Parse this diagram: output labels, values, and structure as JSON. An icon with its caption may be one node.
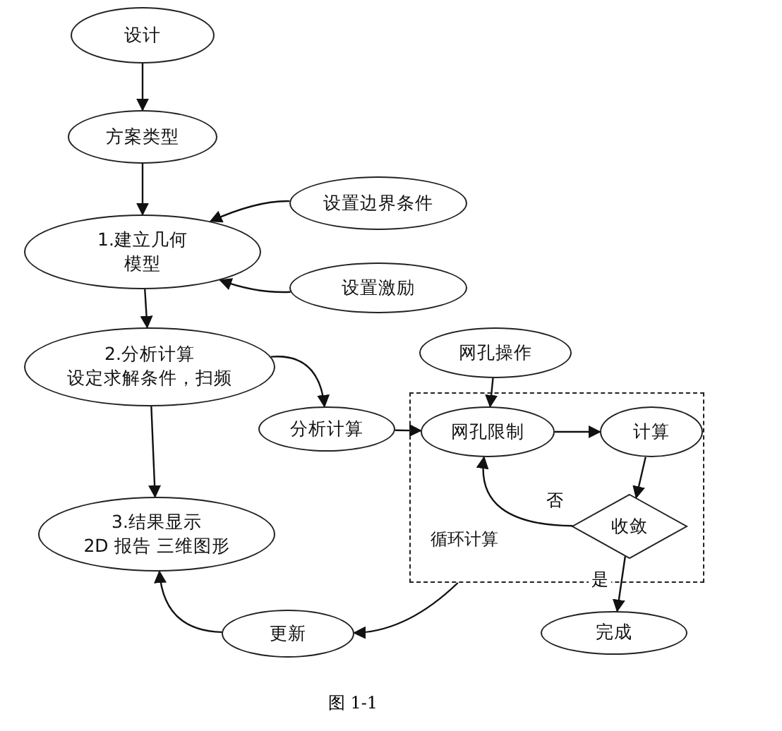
{
  "diagram": {
    "caption": "图 1-1",
    "nodes": [
      {
        "text": [
          "设计"
        ]
      },
      {
        "text": [
          "方案类型"
        ]
      },
      {
        "text": [
          "1.建立几何模型"
        ]
      },
      {
        "text": [
          "设置边界条件"
        ]
      },
      {
        "text": [
          "设置激励"
        ]
      },
      {
        "text": [
          "2.分析计算",
          "设定求解条件，扫频"
        ]
      },
      {
        "text": [
          "分析计算"
        ]
      },
      {
        "text": [
          "循环计算"
        ]
      },
      {
        "text": [
          "网孔操作"
        ]
      },
      {
        "text": [
          "网孔限制"
        ],
        "in": 7
      },
      {
        "text": [
          "计算"
        ],
        "in": 7
      },
      {
        "text": [
          "收敛"
        ],
        "in": 7
      },
      {
        "text": [
          "完成"
        ]
      },
      {
        "text": [
          "3.结果显示",
          "2D 报告 三维图形"
        ]
      },
      {
        "text": [
          "更新"
        ]
      }
    ],
    "edges": [
      {
        "from": 0,
        "to": 1,
        "arrow": "to"
      },
      {
        "from": 1,
        "to": 2,
        "arrow": "to"
      },
      {
        "from": 3,
        "to": 2,
        "arrow": "to"
      },
      {
        "from": 4,
        "to": 2,
        "arrow": "to"
      },
      {
        "from": 2,
        "to": 5,
        "arrow": "to"
      },
      {
        "from": 5,
        "to": 6,
        "arrow": "to"
      },
      {
        "from": 6,
        "to": 9,
        "arrow": "to"
      },
      {
        "from": 8,
        "to": 9,
        "arrow": "to"
      },
      {
        "from": 9,
        "to": 10,
        "arrow": "to"
      },
      {
        "from": 10,
        "to": 11,
        "arrow": "to"
      },
      {
        "from": 11,
        "to": 9,
        "arrow": "to",
        "label": "否"
      },
      {
        "from": 11,
        "to": 12,
        "arrow": "to",
        "label": "是"
      },
      {
        "from": 7,
        "to": 14,
        "arrow": "to"
      },
      {
        "from": 14,
        "to": 13,
        "arrow": "to"
      },
      {
        "from": 5,
        "to": 13,
        "arrow": "to"
      }
    ]
  }
}
